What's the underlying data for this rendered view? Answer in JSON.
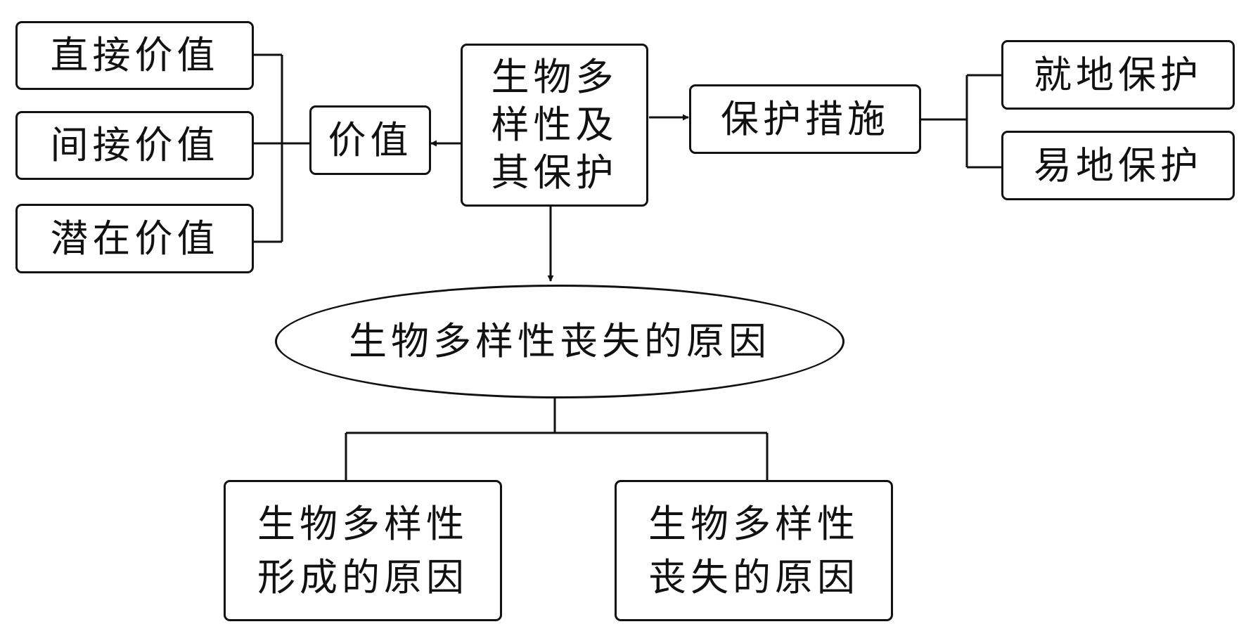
{
  "center": {
    "lines": [
      "生物多",
      "样性及",
      "其保护"
    ]
  },
  "value": {
    "label": "价值",
    "items": [
      "直接价值",
      "间接价值",
      "潜在价值"
    ]
  },
  "protection": {
    "label": "保护措施",
    "items": [
      "就地保护",
      "易地保护"
    ]
  },
  "loss": {
    "label": "生物多样性丧失的原因",
    "children": [
      {
        "lines": [
          "生物多样性",
          "形成的原因"
        ]
      },
      {
        "lines": [
          "生物多样性",
          "丧失的原因"
        ]
      }
    ]
  }
}
